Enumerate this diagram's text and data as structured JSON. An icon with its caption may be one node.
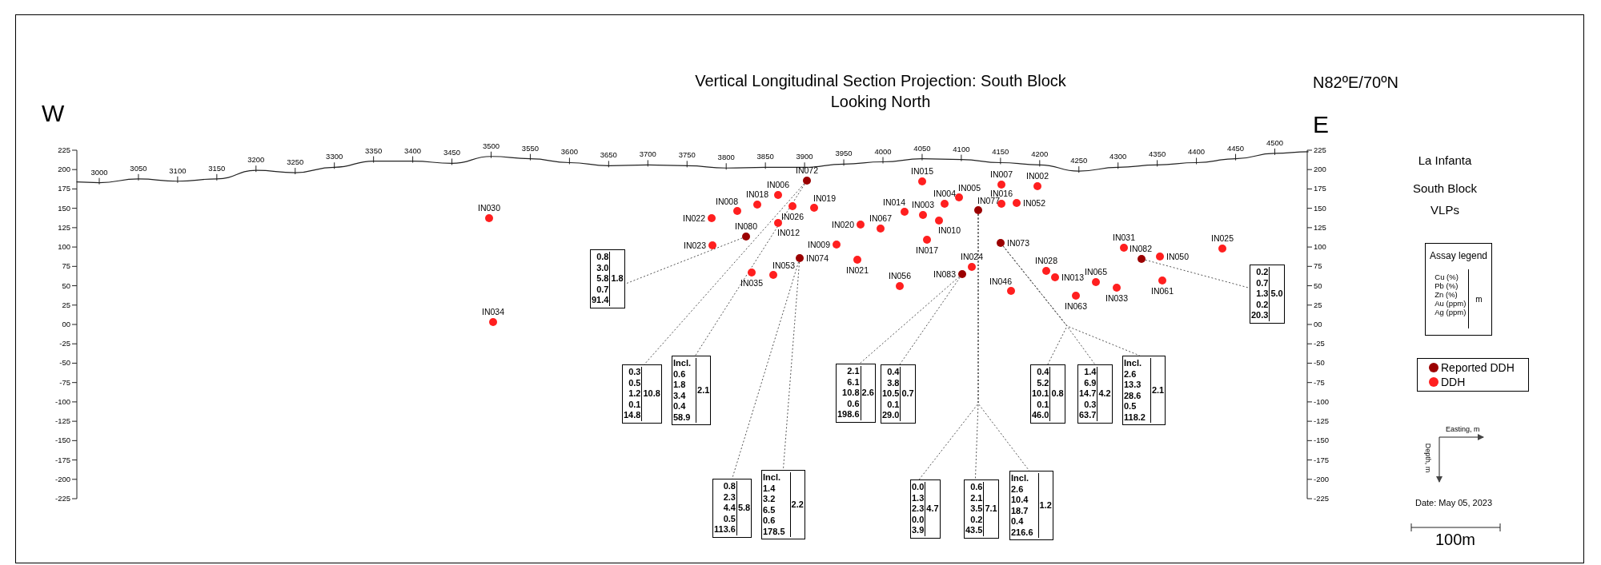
{
  "diagram": {
    "title": "Vertical Longitudinal Section Projection: South Block Looking North",
    "nodes": [
      {
        "text": [
          "IN030"
        ]
      },
      {
        "text": [
          "IN034"
        ]
      },
      {
        "text": [
          "IN022"
        ]
      },
      {
        "text": [
          "IN008"
        ]
      },
      {
        "text": [
          "IN018"
        ]
      },
      {
        "text": [
          "IN006"
        ]
      },
      {
        "text": [
          "IN072"
        ]
      },
      {
        "text": [
          "IN026"
        ]
      },
      {
        "text": [
          "IN019"
        ]
      },
      {
        "text": [
          "IN080"
        ]
      },
      {
        "text": [
          "IN012"
        ]
      },
      {
        "text": [
          "IN023"
        ]
      },
      {
        "text": [
          "IN035"
        ]
      },
      {
        "text": [
          "IN053"
        ]
      },
      {
        "text": [
          "IN074"
        ]
      },
      {
        "text": [
          "IN009"
        ]
      },
      {
        "text": [
          "IN021"
        ]
      },
      {
        "text": [
          "IN020"
        ]
      },
      {
        "text": [
          "IN067"
        ]
      },
      {
        "text": [
          "IN014"
        ]
      },
      {
        "text": [
          "IN003"
        ]
      },
      {
        "text": [
          "IN004"
        ]
      },
      {
        "text": [
          "IN010"
        ]
      },
      {
        "text": [
          "IN015"
        ]
      },
      {
        "text": [
          "IN005"
        ]
      },
      {
        "text": [
          "IN077"
        ]
      },
      {
        "text": [
          "IN017"
        ]
      },
      {
        "text": [
          "IN024"
        ]
      },
      {
        "text": [
          "IN083"
        ]
      },
      {
        "text": [
          "IN056"
        ]
      },
      {
        "text": [
          "IN007"
        ]
      },
      {
        "text": [
          "IN002"
        ]
      },
      {
        "text": [
          "IN016"
        ]
      },
      {
        "text": [
          "IN052"
        ]
      },
      {
        "text": [
          "IN073"
        ]
      },
      {
        "text": [
          "IN046"
        ]
      },
      {
        "text": [
          "IN028"
        ]
      },
      {
        "text": [
          "IN013"
        ]
      },
      {
        "text": [
          "IN063"
        ]
      },
      {
        "text": [
          "IN065"
        ]
      },
      {
        "text": [
          "IN033"
        ]
      },
      {
        "text": [
          "IN031"
        ]
      },
      {
        "text": [
          "IN082"
        ]
      },
      {
        "text": [
          "IN050"
        ]
      },
      {
        "text": [
          "IN061"
        ]
      },
      {
        "text": [
          "IN025"
        ]
      },
      {
        "text": [
          "0.8",
          "3.0",
          "5.8",
          "0.7",
          "91.4",
          "1.8"
        ]
      },
      {
        "text": [
          "0.3",
          "0.5",
          "1.2",
          "0.1",
          "14.8",
          "10.8"
        ]
      },
      {
        "text": [
          "Incl.",
          "0.6",
          "1.8",
          "3.4",
          "0.4",
          "58.9",
          "2.1"
        ]
      },
      {
        "text": [
          "0.8",
          "2.3",
          "4.4",
          "0.5",
          "113.6",
          "5.8"
        ]
      },
      {
        "text": [
          "Incl.",
          "1.4",
          "3.2",
          "6.5",
          "0.6",
          "178.5",
          "2.2"
        ]
      },
      {
        "text": [
          "2.1",
          "6.1",
          "10.8",
          "0.6",
          "198.6",
          "2.6"
        ]
      },
      {
        "text": [
          "0.4",
          "3.8",
          "10.5",
          "0.1",
          "29.0",
          "0.7"
        ]
      },
      {
        "text": [
          "0.0",
          "1.3",
          "2.3",
          "0.0",
          "3.9",
          "4.7"
        ]
      },
      {
        "text": [
          "0.6",
          "2.1",
          "3.5",
          "0.2",
          "43.5",
          "7.1"
        ]
      },
      {
        "text": [
          "Incl.",
          "2.6",
          "10.4",
          "18.7",
          "0.4",
          "216.6",
          "1.2"
        ]
      },
      {
        "text": [
          "0.4",
          "5.2",
          "10.1",
          "0.1",
          "46.0",
          "0.8"
        ]
      },
      {
        "text": [
          "1.4",
          "6.9",
          "14.7",
          "0.3",
          "63.7",
          "4.2"
        ]
      },
      {
        "text": [
          "Incl.",
          "2.6",
          "13.3",
          "28.6",
          "0.5",
          "118.2",
          "2.1"
        ]
      },
      {
        "text": [
          "0.2",
          "0.7",
          "1.3",
          "0.2",
          "20.3",
          "5.0"
        ]
      },
      {
        "text": [
          "Assay legend",
          "Cu (%)",
          "Pb (%)",
          "Zn (%)",
          "Au (ppm)",
          "Ag (ppm)",
          "m"
        ]
      }
    ],
    "edges": [
      {
        "from": 9,
        "to": 46,
        "arrow": "none",
        "style": "dashed"
      },
      {
        "from": 6,
        "to": 47,
        "arrow": "none",
        "style": "dashed"
      },
      {
        "from": 6,
        "to": 48,
        "arrow": "none",
        "style": "dashed"
      },
      {
        "from": 14,
        "to": 49,
        "arrow": "none",
        "style": "dashed"
      },
      {
        "from": 14,
        "to": 50,
        "arrow": "none",
        "style": "dashed"
      },
      {
        "from": 28,
        "to": 51,
        "arrow": "none",
        "style": "dashed"
      },
      {
        "from": 28,
        "to": 52,
        "arrow": "none",
        "style": "dashed"
      },
      {
        "from": 25,
        "to": 53,
        "arrow": "none",
        "style": "dashed"
      },
      {
        "from": 25,
        "to": 54,
        "arrow": "none",
        "style": "dashed"
      },
      {
        "from": 25,
        "to": 55,
        "arrow": "none",
        "style": "dashed"
      },
      {
        "from": 34,
        "to": 56,
        "arrow": "none",
        "style": "dashed"
      },
      {
        "from": 34,
        "to": 57,
        "arrow": "none",
        "style": "dashed"
      },
      {
        "from": 34,
        "to": 58,
        "arrow": "none",
        "style": "dashed"
      },
      {
        "from": 42,
        "to": 59,
        "arrow": "none",
        "style": "dashed"
      }
    ],
    "labels": [
      "N82ºE/70ºN",
      "W",
      "E",
      "La Infanta",
      "South Block",
      "VLPs",
      "3000",
      "3050",
      "3100",
      "3150",
      "3200",
      "3250",
      "3300",
      "3350",
      "3400",
      "3450",
      "3500",
      "3550",
      "3600",
      "3650",
      "3700",
      "3750",
      "3800",
      "3850",
      "3900",
      "3950",
      "4000",
      "4050",
      "4100",
      "4150",
      "4200",
      "4250",
      "4300",
      "4350",
      "4400",
      "4450",
      "4500",
      "225",
      "200",
      "175",
      "150",
      "125",
      "100",
      "75",
      "50",
      "25",
      "00",
      "-25",
      "-50",
      "-75",
      "-100",
      "-125",
      "-150",
      "-175",
      "-200",
      "-225",
      "225",
      "200",
      "175",
      "150",
      "125",
      "100",
      "75",
      "50",
      "25",
      "00",
      "-25",
      "-50",
      "-75",
      "-100",
      "-125",
      "-150",
      "-175",
      "-200",
      "-225",
      "Easting, m",
      "Depth, m",
      "Date: May 05, 2023",
      "100m"
    ],
    "legend": [
      {
        "text": "Reported DDH",
        "color": "#9b0000"
      },
      {
        "text": "DDH",
        "color": "#ff1f1f"
      }
    ]
  }
}
